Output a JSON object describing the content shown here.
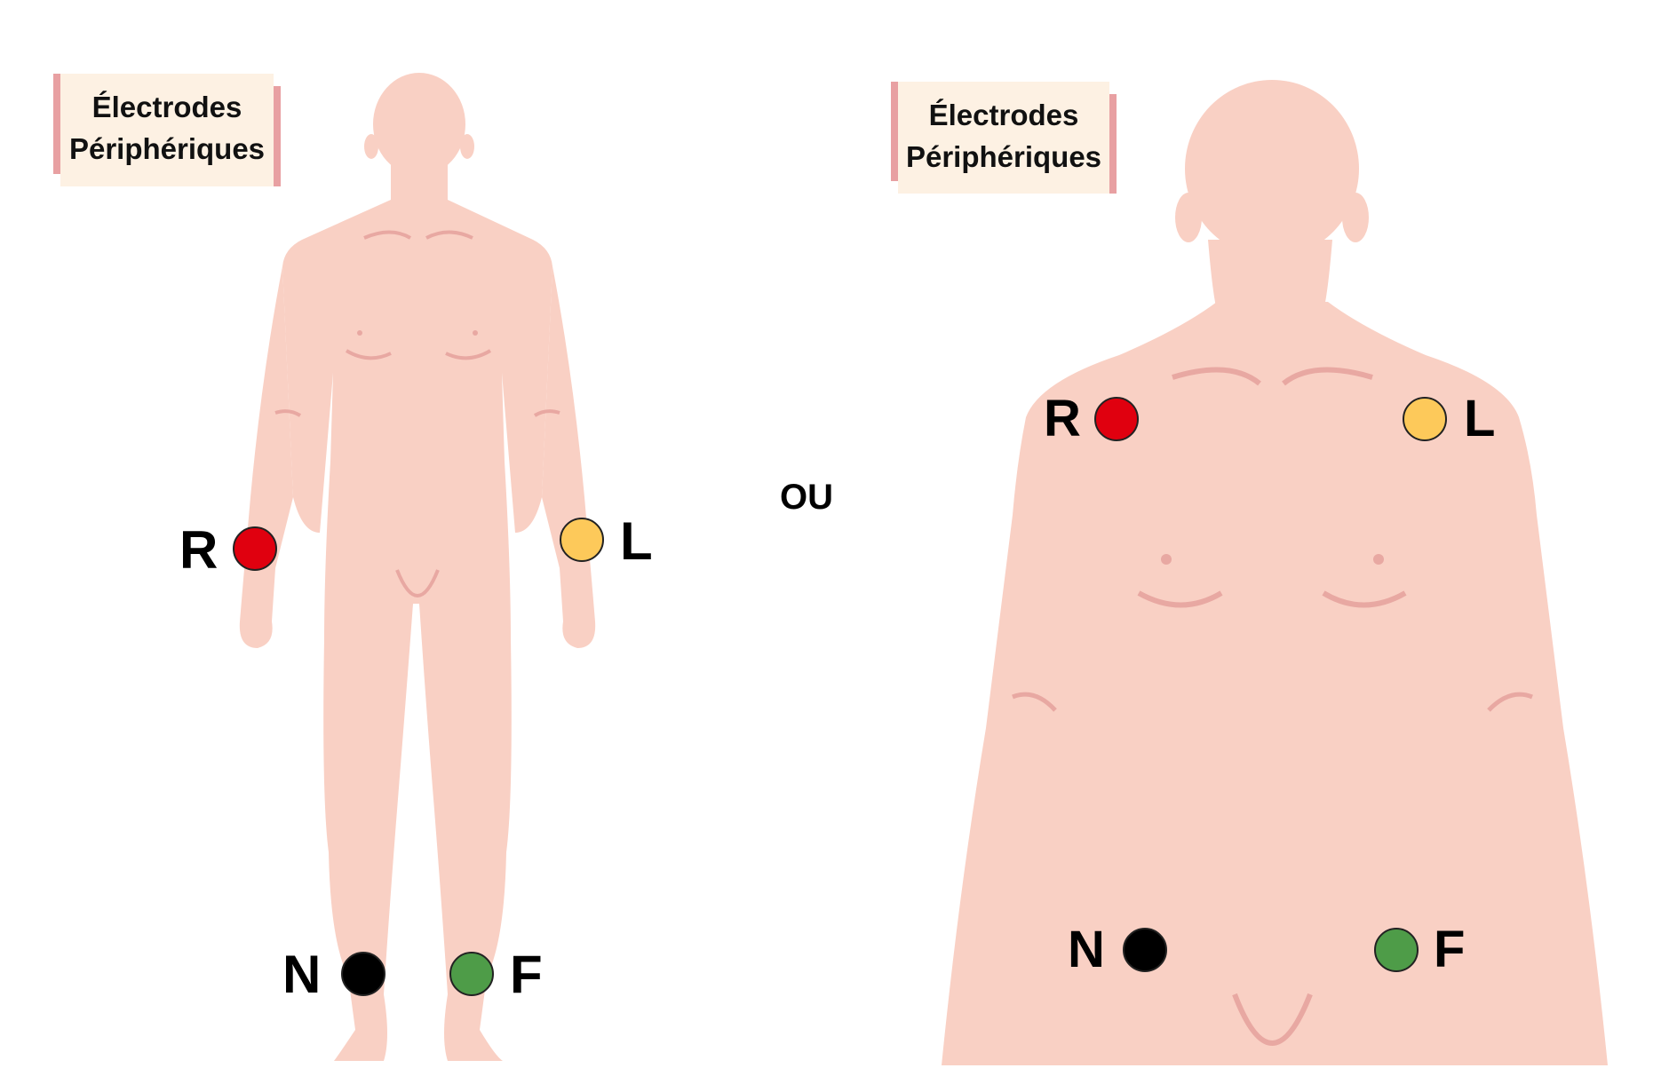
{
  "colors": {
    "skin": "#f9d0c4",
    "skin_detail": "#e8a8a2",
    "label_bg": "#fdf1e3",
    "label_bar": "#e8a0a2",
    "electrode_R": "#e0000f",
    "electrode_L": "#fdc95a",
    "electrode_N": "#000000",
    "electrode_F": "#4e9c48"
  },
  "left_figure": {
    "label_line1": "Électrodes",
    "label_line2": "Périphériques",
    "electrodes": {
      "R": "R",
      "L": "L",
      "N": "N",
      "F": "F"
    }
  },
  "separator": "OU",
  "right_figure": {
    "label_line1": "Électrodes",
    "label_line2": "Périphériques",
    "electrodes": {
      "R": "R",
      "L": "L",
      "N": "N",
      "F": "F"
    }
  }
}
